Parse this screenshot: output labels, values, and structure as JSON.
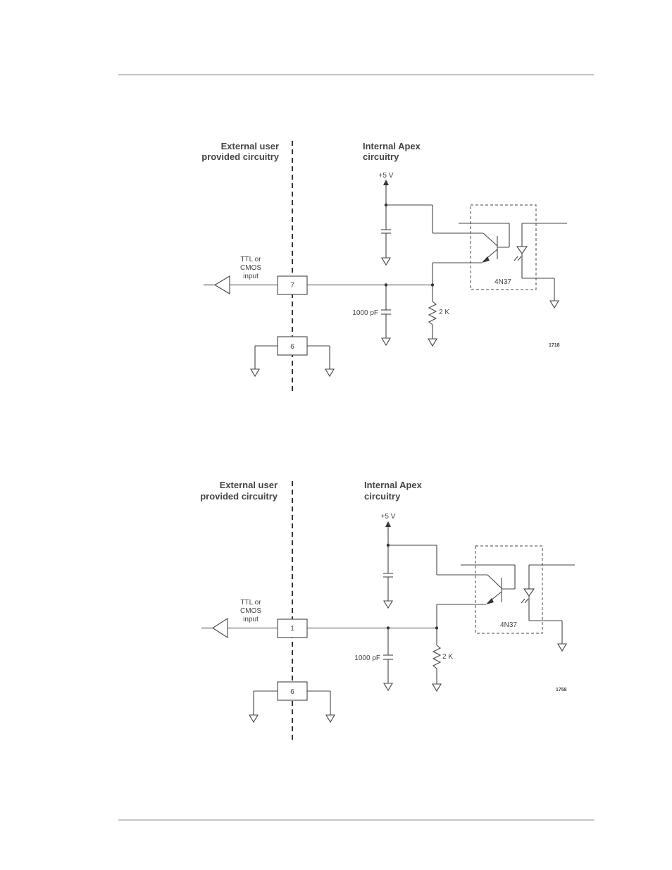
{
  "diagrams": [
    {
      "external_label": [
        "External user",
        "provided circuitry"
      ],
      "internal_label": [
        "Internal Apex",
        "circuitry"
      ],
      "supply": "+5 V",
      "input_label": [
        "TTL or",
        "CMOS",
        "input"
      ],
      "signal_pin": "7",
      "ground_pin": "6",
      "capacitor": "1000 pF",
      "resistor": "2 K",
      "optocoupler": "4N37",
      "figure_number": "1718"
    },
    {
      "external_label": [
        "External user",
        "provided circuitry"
      ],
      "internal_label": [
        "Internal Apex",
        "circuitry"
      ],
      "supply": "+5 V",
      "input_label": [
        "TTL or",
        "CMOS",
        "input"
      ],
      "signal_pin": "1",
      "ground_pin": "6",
      "capacitor": "1000 pF",
      "resistor": "2 K",
      "optocoupler": "4N37",
      "figure_number": "1758"
    }
  ]
}
